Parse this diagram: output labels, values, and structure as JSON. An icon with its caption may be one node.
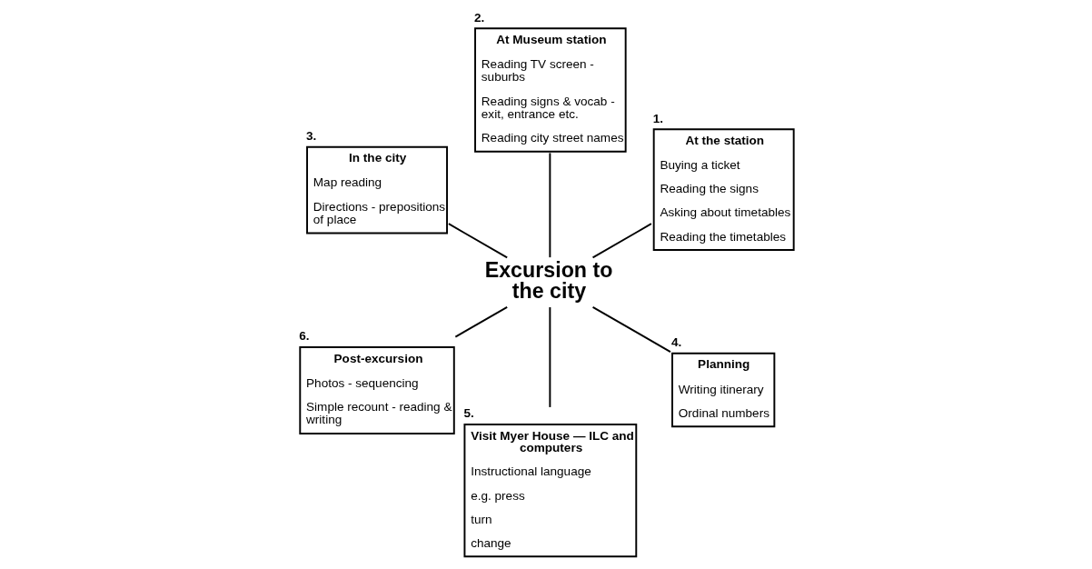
{
  "diagram": {
    "nodes": [
      {
        "text": [
          "At the station",
          "Buying a ticket",
          "Reading the signs",
          "Asking about timetables",
          "Reading the timetables"
        ],
        "beside": [
          "1."
        ]
      },
      {
        "text": [
          "At Museum station",
          "Reading TV screen - suburbs",
          "Reading signs & vocab - exit, entrance etc.",
          "Reading city street names"
        ],
        "beside": [
          "2."
        ]
      },
      {
        "text": [
          "In the city",
          "Map reading",
          "Directions - prepositions of place"
        ],
        "beside": [
          "3."
        ]
      },
      {
        "text": [
          "Excursion to the city"
        ]
      },
      {
        "text": [
          "Post-excursion",
          "Photos - sequencing",
          "Simple recount - reading & writing"
        ],
        "beside": [
          "6."
        ]
      },
      {
        "text": [
          "Visit Myer House — ILC and computers",
          "Instructional language",
          "e.g. press",
          "turn",
          "change"
        ],
        "beside": [
          "5."
        ]
      },
      {
        "text": [
          "Planning",
          "Writing itinerary",
          "Ordinal numbers"
        ],
        "beside": [
          "4."
        ]
      }
    ],
    "edges": [
      {
        "from": 3,
        "to": 0,
        "arrow": "none"
      },
      {
        "from": 3,
        "to": 1,
        "arrow": "none"
      },
      {
        "from": 3,
        "to": 2,
        "arrow": "none"
      },
      {
        "from": 3,
        "to": 4,
        "arrow": "none"
      },
      {
        "from": 3,
        "to": 5,
        "arrow": "none"
      },
      {
        "from": 3,
        "to": 6,
        "arrow": "none"
      }
    ]
  }
}
